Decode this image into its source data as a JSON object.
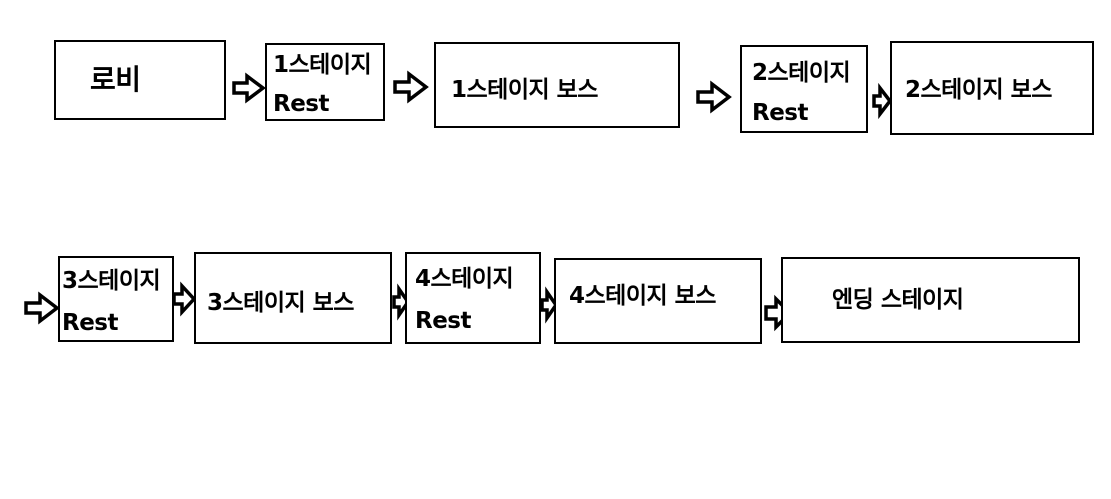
{
  "diagram": {
    "stages": [
      {
        "id": "lobby",
        "lines": [
          "로비"
        ]
      },
      {
        "id": "stage1-rest",
        "lines": [
          "1스테이지",
          "Rest"
        ]
      },
      {
        "id": "stage1-boss",
        "lines": [
          "1스테이지 보스"
        ]
      },
      {
        "id": "stage2-rest",
        "lines": [
          "2스테이지",
          "Rest"
        ]
      },
      {
        "id": "stage2-boss",
        "lines": [
          "2스테이지 보스"
        ]
      },
      {
        "id": "stage3-rest",
        "lines": [
          "3스테이지",
          "Rest"
        ]
      },
      {
        "id": "stage3-boss",
        "lines": [
          "3스테이지 보스"
        ]
      },
      {
        "id": "stage4-rest",
        "lines": [
          "4스테이지",
          "Rest"
        ]
      },
      {
        "id": "stage4-boss",
        "lines": [
          "4스테이지 보스"
        ]
      },
      {
        "id": "ending",
        "lines": [
          "엔딩 스테이지"
        ]
      }
    ],
    "connector_icon": "right-arrow-outline-icon"
  }
}
